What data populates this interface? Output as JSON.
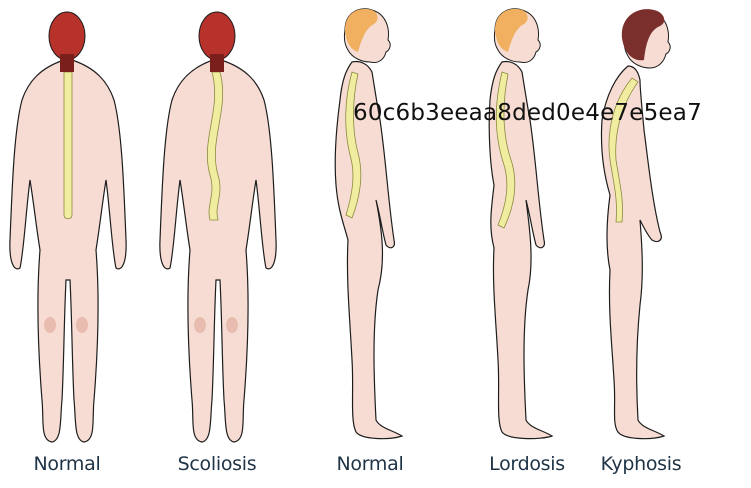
{
  "figures": [
    {
      "label": "Normal",
      "view": "back",
      "spine": "straight",
      "hair": "#b8322c"
    },
    {
      "label": "Scoliosis",
      "view": "back",
      "spine": "curved-lateral",
      "hair": "#b8322c"
    },
    {
      "label": "Normal",
      "view": "side",
      "spine": "normal",
      "hair": "#f0b060"
    },
    {
      "label": "Lordosis",
      "view": "side",
      "spine": "lordosis",
      "hair": "#f0b060"
    },
    {
      "label": "Kyphosis",
      "view": "side",
      "spine": "kyphosis",
      "hair": "#7a2f2c"
    }
  ],
  "overlay_text": "60c6b3eeaa8ded0e4e7e5ea7",
  "colors": {
    "skin": "#f7dcd3",
    "skin_shadow": "#e9bcb0",
    "outline": "#1d1d1d",
    "spine": "#f0eca0",
    "spine_outline": "#8a8a40",
    "label": "#1f3346"
  }
}
